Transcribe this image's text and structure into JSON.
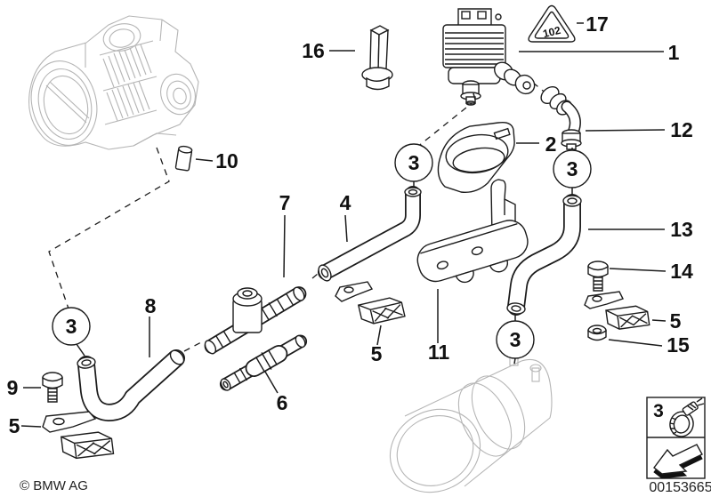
{
  "callouts": {
    "c1": "1",
    "c2": "2",
    "c3": "3",
    "c4": "4",
    "c5": "5",
    "c6": "6",
    "c7": "7",
    "c8": "8",
    "c9": "9",
    "c10": "10",
    "c11": "11",
    "c12": "12",
    "c13": "13",
    "c14": "14",
    "c15": "15",
    "c16": "16",
    "c17": "17"
  },
  "warning": {
    "triangle_text": "102"
  },
  "legend": {
    "clamp_label": "3"
  },
  "footer": {
    "copyright": "© BMW AG",
    "document_number": "00153665"
  },
  "colors": {
    "line_art": "#1c1c1c",
    "ghost_parts": "#b5b5b5",
    "background": "#ffffff"
  }
}
